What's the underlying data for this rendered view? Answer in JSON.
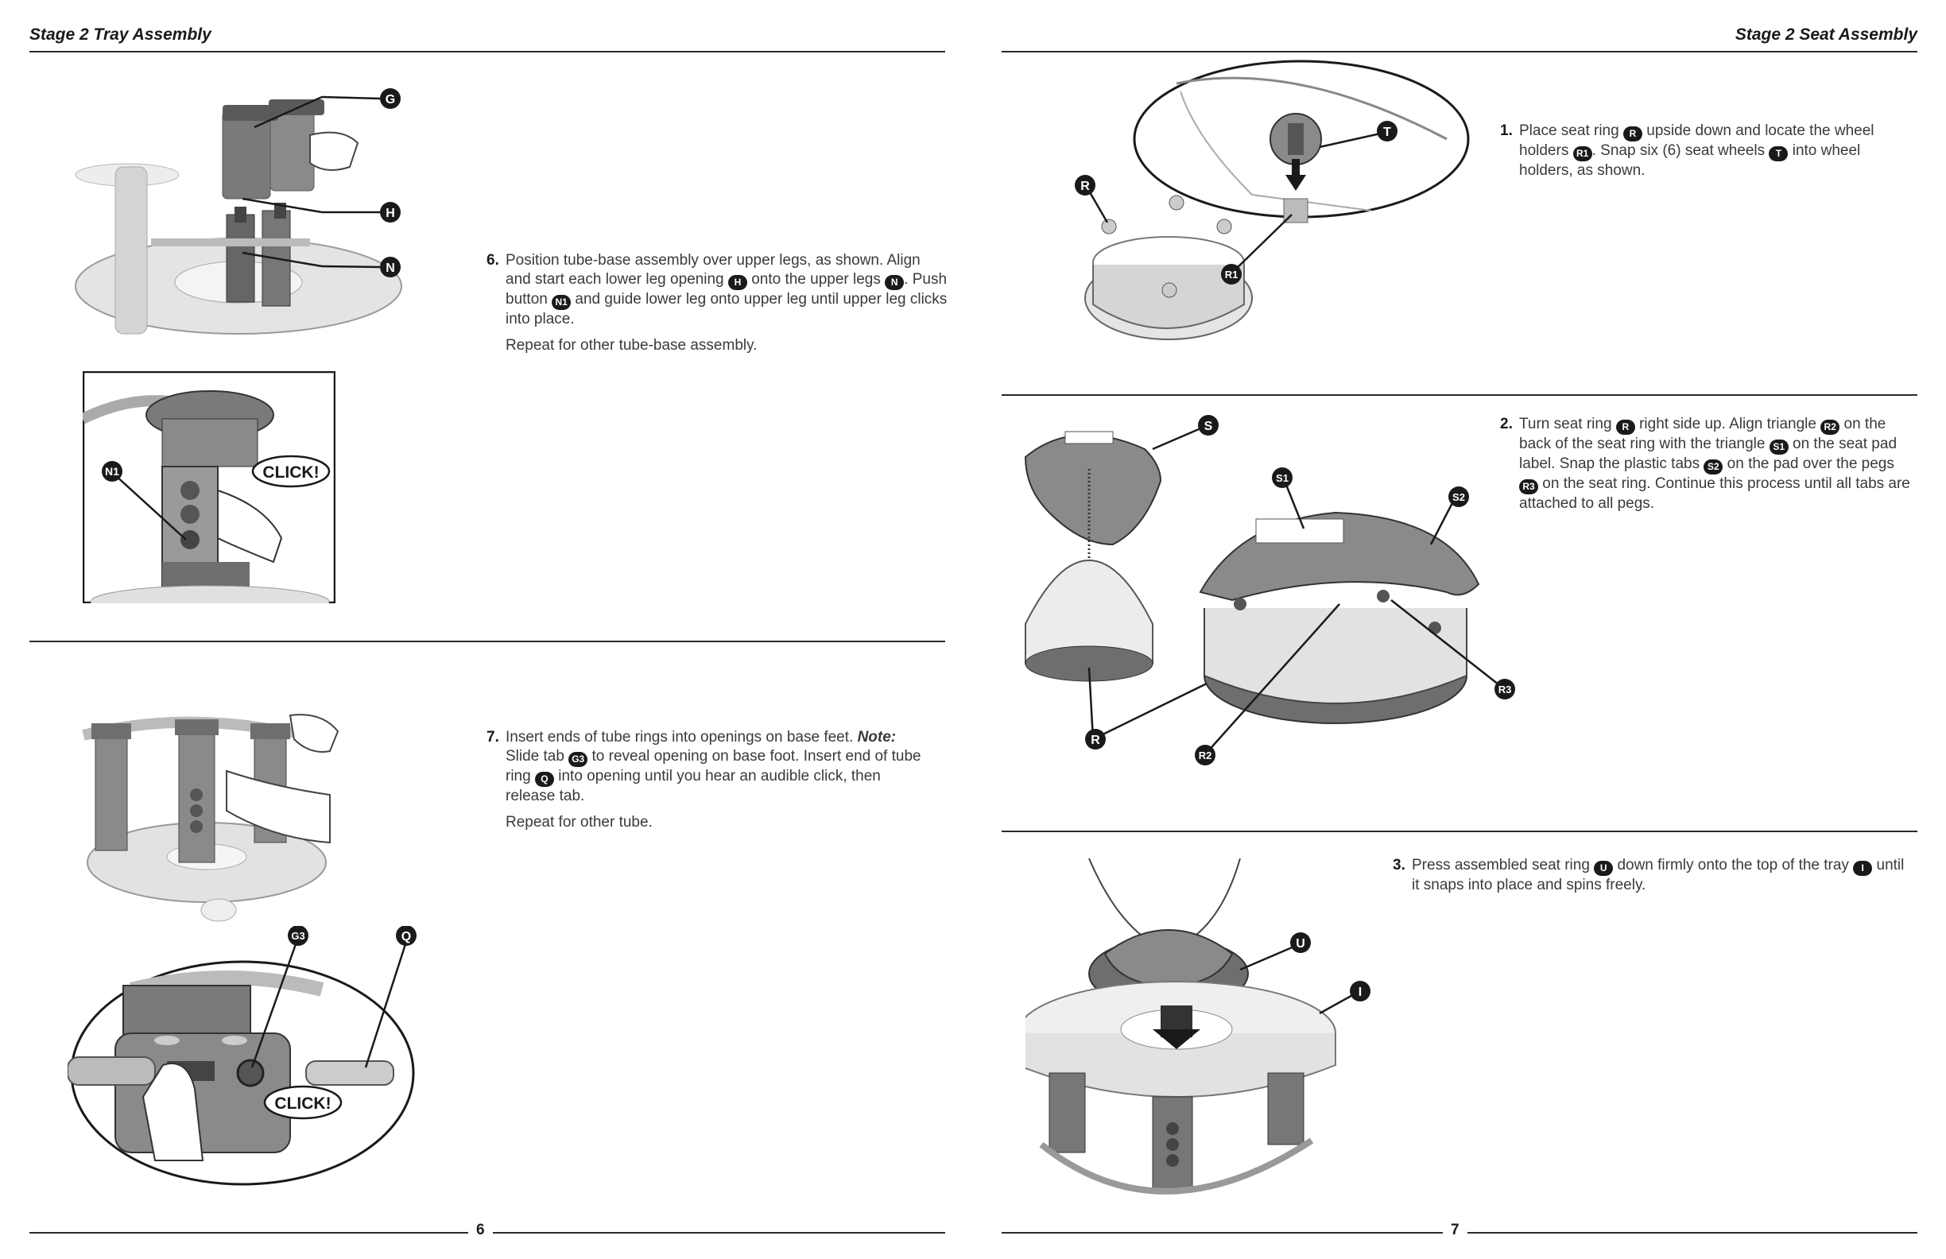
{
  "left_page": {
    "header": "Stage 2 Tray Assembly",
    "page_number": "6",
    "step6": {
      "number": "6.",
      "line1": "Position tube-base assembly over upper legs, as shown.",
      "line2a": "Align and start each lower leg opening ",
      "badge_h": "H",
      "line2b": " onto the upper legs ",
      "badge_n": "N",
      "line3a": ". Push button ",
      "badge_n1": "N1",
      "line3b": " and guide lower leg onto upper leg until upper leg clicks into place.",
      "repeat": "Repeat for other tube-base assembly."
    },
    "step7": {
      "number": "7.",
      "line1": "Insert ends of tube rings into openings on base feet.",
      "note_label": "Note:",
      "line2a": " Slide tab ",
      "badge_g3": "G3",
      "line2b": " to reveal opening on base foot. Insert end of tube ring ",
      "badge_q": "Q",
      "line2c": " into opening until you hear an audible click, then release tab.",
      "repeat": "Repeat for other tube."
    },
    "figure_labels": {
      "g": "G",
      "h": "H",
      "n": "N",
      "n1": "N1",
      "click1": "CLICK!",
      "g3": "G3",
      "q": "Q",
      "click2": "CLICK!"
    }
  },
  "right_page": {
    "header": "Stage 2 Seat Assembly",
    "page_number": "7",
    "step1": {
      "number": "1.",
      "text_a": "Place seat ring ",
      "badge_r": "R",
      "text_b": " upside down and locate the wheel holders ",
      "badge_r1": "R1",
      "text_c": ". Snap six (6) seat wheels ",
      "badge_t": "T",
      "text_d": " into wheel holders, as shown."
    },
    "step2": {
      "number": "2.",
      "text_a": "Turn seat ring ",
      "badge_r": "R",
      "text_b": " right side up. Align triangle ",
      "badge_r2": "R2",
      "text_c": " on the back of the seat ring with the triangle ",
      "badge_s1": "S1",
      "text_d": " on the seat pad label. Snap the plastic tabs ",
      "badge_s2": "S2",
      "text_e": " on the pad over the pegs ",
      "badge_r3": "R3",
      "text_f": " on the seat ring. Continue this process until all tabs are attached to all pegs."
    },
    "step3": {
      "number": "3.",
      "text_a": "Press assembled seat ring ",
      "badge_u": "U",
      "text_b": " down firmly onto the top of the tray ",
      "badge_i": "I",
      "text_c": " until it snaps into place and spins freely."
    },
    "figure_labels": {
      "t": "T",
      "r": "R",
      "r1": "R1",
      "s": "S",
      "s1": "S1",
      "s2": "S2",
      "r_b": "R",
      "r2": "R2",
      "r3": "R3",
      "u": "U",
      "i": "I"
    }
  },
  "colors": {
    "ink": "#1a1a1a",
    "text": "#3a3a3a",
    "part_dark": "#6e6e6e",
    "part_mid": "#a8a8a8",
    "part_light": "#dcdcdc"
  }
}
